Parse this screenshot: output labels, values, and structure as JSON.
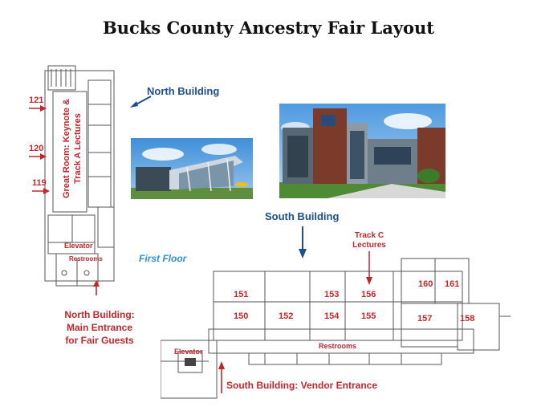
{
  "title": "Bucks County Ancestry Fair Layout",
  "north_building_label": "North Building",
  "south_building_label": "South Building",
  "first_floor_label": "First Floor",
  "great_room_line1": "Great Room: Keynote &",
  "great_room_line2": "Track A Lectures",
  "north_rooms": [
    "121",
    "120",
    "119"
  ],
  "north_elevator": "Elevator",
  "north_restrooms": "Restrooms",
  "north_entrance_line1": "North Building:",
  "north_entrance_line2": "Main Entrance",
  "north_entrance_line3": "for Fair Guests",
  "track_c_line1": "Track C",
  "track_c_line2": "Lectures",
  "south_rooms_top": [
    "151",
    "153",
    "156",
    "160",
    "161"
  ],
  "south_rooms_bottom": [
    "150",
    "152",
    "154",
    "155",
    "157",
    "158"
  ],
  "south_elevator": "Elevator",
  "south_restrooms": "Restrooms",
  "south_entrance": "South Building: Vendor Entrance",
  "colors": {
    "label_red": "#c0272d",
    "label_blue": "#1f4e8c"
  }
}
